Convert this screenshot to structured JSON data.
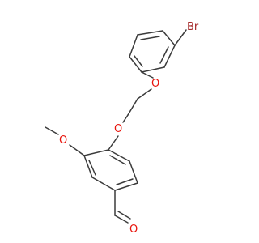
{
  "structure": {
    "atoms": {
      "br": {
        "label": "Br",
        "color": "#a52a2a"
      },
      "o_phenoxy": {
        "label": "O",
        "color": "#e8140c"
      },
      "o_aryloxy": {
        "label": "O",
        "color": "#e8140c"
      },
      "o_methoxy": {
        "label": "O",
        "color": "#e8140c"
      },
      "o_aldehyde": {
        "label": "O",
        "color": "#e8140c"
      }
    },
    "bond_color": "#3b3b3b"
  }
}
